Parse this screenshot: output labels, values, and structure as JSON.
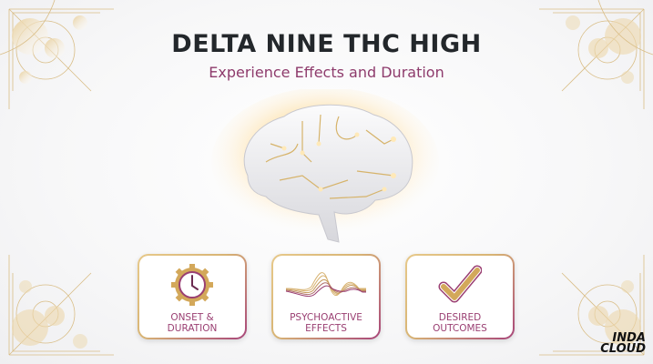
{
  "header": {
    "title": "DELTA NINE THC HIGH",
    "subtitle": "Experience Effects and Duration"
  },
  "illustration": {
    "icon": "glowing-circuit-brain"
  },
  "cards": [
    {
      "label": "ONSET &\nDURATION",
      "icon": "clock-gear-icon"
    },
    {
      "label": "PSYCHOACTIVE\nEFFECTS",
      "icon": "wave-icon"
    },
    {
      "label": "DESIRED\nOUTCOMES",
      "icon": "checkmark-icon"
    }
  ],
  "brand": {
    "logo_text": "INDA\nCLOUD"
  },
  "colors": {
    "title": "#23272b",
    "accent_purple": "#8e3b6c",
    "gold": "#d8b474",
    "background": "#f7f7f8"
  }
}
